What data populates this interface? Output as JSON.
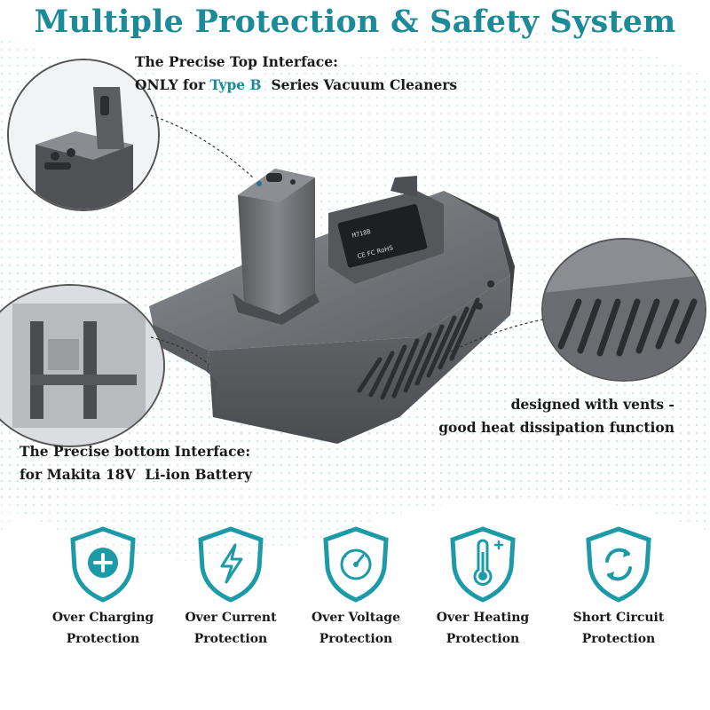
{
  "title": "Multiple Protection & Safety System",
  "top_interface": {
    "line1": "The Precise Top Interface:",
    "line2_prefix": "ONLY for ",
    "line2_accent": "Type B",
    "line2_suffix": "  Series Vacuum Cleaners"
  },
  "vents": {
    "line1": "designed with vents -",
    "line2": "good heat dissipation function"
  },
  "bottom_interface": {
    "line1": "The Precise bottom Interface:",
    "line2": "for Makita 18V  Li-ion Battery"
  },
  "product_label": {
    "model": "M718B",
    "marks": "CE FC RoHS"
  },
  "features": [
    {
      "line1": "Over Charging",
      "line2": "Protection",
      "icon": "plus-shield-icon"
    },
    {
      "line1": "Over Current",
      "line2": "Protection",
      "icon": "lightning-shield-icon"
    },
    {
      "line1": "Over Voltage",
      "line2": "Protection",
      "icon": "gauge-shield-icon"
    },
    {
      "line1": "Over Heating",
      "line2": "Protection",
      "icon": "thermometer-shield-icon"
    },
    {
      "line1": "Short Circuit",
      "line2": "Protection",
      "icon": "refresh-shield-icon"
    }
  ],
  "colors": {
    "accent": "#1c8a99",
    "product_gray": "#6c6e73",
    "shield_teal": "#1c9aa8"
  }
}
